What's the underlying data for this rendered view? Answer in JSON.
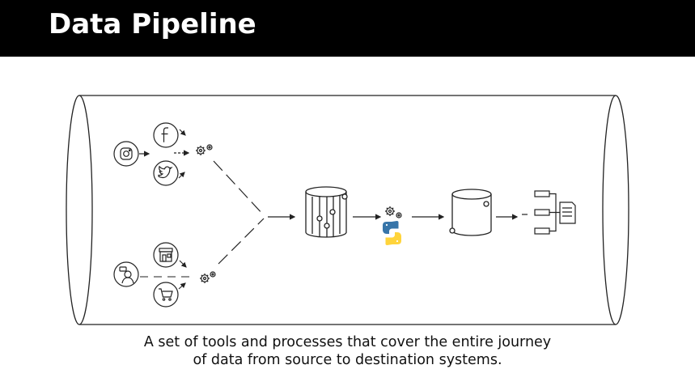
{
  "slide": {
    "title": "Data Pipeline",
    "caption": {
      "line1": "A set of tools and processes that cover the entire journey",
      "line2": "of data from source to destination systems."
    }
  },
  "colors": {
    "title_bar": "#000000",
    "title_text": "#ffffff",
    "stroke": "#222222",
    "python_blue": "#3775a9",
    "python_yellow": "#ffd43b"
  },
  "icons": {
    "pipe": "pipeline-cylinder-icon",
    "sources_top": [
      "instagram-icon",
      "facebook-icon",
      "twitter-icon"
    ],
    "sources_bottom": [
      "customer-support-icon",
      "store-icon",
      "shopping-cart-icon"
    ],
    "stages": [
      "gears-icon",
      "data-lake-icon",
      "python-icon",
      "database-icon",
      "report-hierarchy-icon"
    ]
  }
}
